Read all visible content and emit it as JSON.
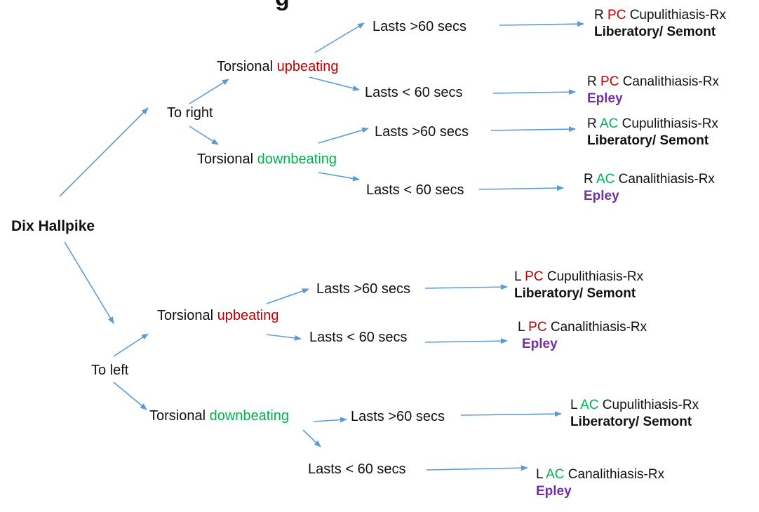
{
  "colors": {
    "arrow": "#5b9bd5",
    "upbeating": "#c00000",
    "downbeating": "#00b050",
    "pc": "#c00000",
    "ac": "#00b050",
    "epley": "#7030a0",
    "text": "#111111"
  },
  "root": "Dix Hallpike",
  "right": {
    "label": "To right",
    "up": {
      "pre": "Torsional ",
      "word": "upbeating",
      "long": {
        "duration": "Lasts >60 secs",
        "side": "R",
        "canal": "PC",
        "dx": "Cupulithiasis-Rx",
        "rx": "Liberatory/ Semont"
      },
      "short": {
        "duration": "Lasts < 60 secs",
        "side": "R",
        "canal": "PC",
        "dx": "Canalithiasis-Rx",
        "rx": "Epley"
      }
    },
    "down": {
      "pre": "Torsional ",
      "word": "downbeating",
      "long": {
        "duration": "Lasts >60 secs",
        "side": "R",
        "canal": "AC",
        "dx": "Cupulithiasis-Rx",
        "rx": "Liberatory/ Semont"
      },
      "short": {
        "duration": "Lasts < 60 secs",
        "side": "R",
        "canal": "AC",
        "dx": "Canalithiasis-Rx",
        "rx": "Epley"
      }
    }
  },
  "left": {
    "label": "To left",
    "up": {
      "pre": "Torsional ",
      "word": "upbeating",
      "long": {
        "duration": "Lasts >60 secs",
        "side": "L",
        "canal": "PC",
        "dx": "Cupulithiasis-Rx",
        "rx": "Liberatory/ Semont"
      },
      "short": {
        "duration": "Lasts < 60 secs",
        "side": "L",
        "canal": "PC",
        "dx": "Canalithiasis-Rx",
        "rx": "Epley"
      }
    },
    "down": {
      "pre": "Torsional ",
      "word": "downbeating",
      "long": {
        "duration": "Lasts >60 secs",
        "side": "L",
        "canal": "AC",
        "dx": "Cupulithiasis-Rx",
        "rx": "Liberatory/ Semont"
      },
      "short": {
        "duration": "Lasts < 60 secs",
        "side": "L",
        "canal": "AC",
        "dx": "Canalithiasis-Rx",
        "rx": "Epley"
      }
    }
  }
}
